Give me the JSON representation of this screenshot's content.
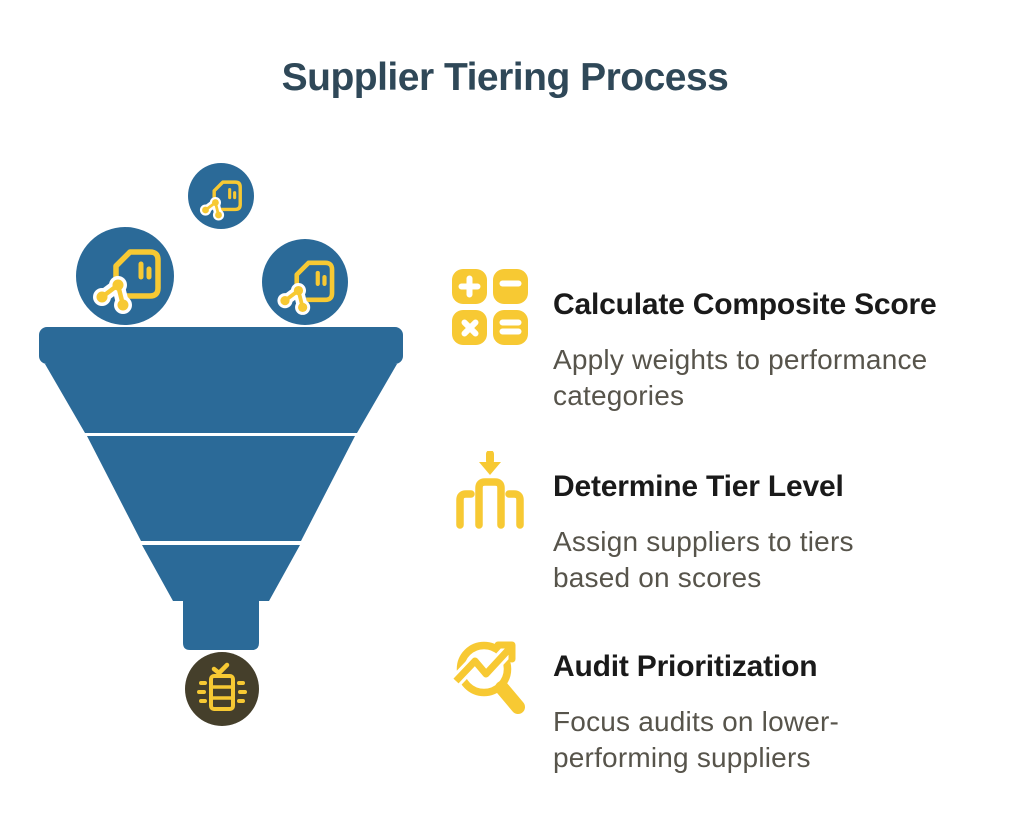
{
  "title": "Supplier Tiering Process",
  "colors": {
    "background": "#ffffff",
    "blue": "#2b6a98",
    "yellow": "#f7c933",
    "dark": "#453f2b",
    "title": "#2f4858",
    "heading": "#1a1a1a",
    "body": "#57544b"
  },
  "funnel": {
    "input_bubbles": 3,
    "input_icon": "document-share-icon",
    "segments": 3,
    "output_icon": "ranked-checklist-icon"
  },
  "steps": [
    {
      "icon": "calculator-icon",
      "title": "Calculate Composite Score",
      "description": "Apply weights to performance categories"
    },
    {
      "icon": "tier-podium-icon",
      "title": "Determine Tier Level",
      "description": "Assign suppliers to tiers based on scores"
    },
    {
      "icon": "audit-magnifier-icon",
      "title": "Audit Prioritization",
      "description": "Focus audits on lower-performing suppliers"
    }
  ]
}
